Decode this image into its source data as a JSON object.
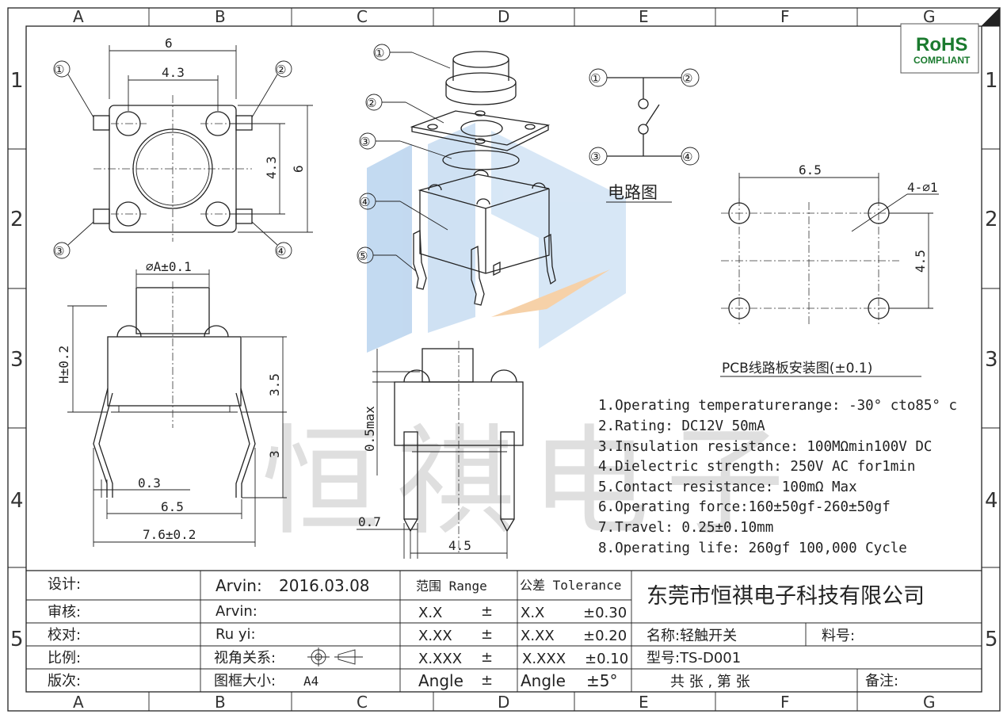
{
  "grid": {
    "columns": [
      "A",
      "B",
      "C",
      "D",
      "E",
      "F",
      "G"
    ],
    "rows": [
      "1",
      "2",
      "3",
      "4",
      "5"
    ]
  },
  "badge": {
    "line1": "RoHS",
    "line2": "COMPLIANT",
    "color": "#1a7a2e"
  },
  "watermark": {
    "text": "恒祺电子",
    "logo_blue": "#b9d3ee",
    "logo_orange": "#f5c99a"
  },
  "top_view": {
    "dim_width": "6",
    "dim_pitch": "4.3",
    "dim_pitch_v": "4.3",
    "dim_height": "6",
    "pins": [
      "①",
      "②",
      "③",
      "④"
    ]
  },
  "side_view": {
    "dia": "⌀A±0.1",
    "height": "H±0.2",
    "body": "3.5",
    "leg": "3",
    "pin_thk": "0.3",
    "pitch": "6.5",
    "overall": "7.6±0.2"
  },
  "front_view": {
    "max": "0.5max",
    "pin_w": "0.7",
    "pitch": "4.5"
  },
  "exploded": {
    "callouts": [
      "①",
      "②",
      "③",
      "④",
      "⑤"
    ]
  },
  "circuit": {
    "pins": [
      "①",
      "②",
      "③",
      "④"
    ],
    "label": "电路图"
  },
  "pcb": {
    "dim_x": "6.5",
    "dim_y": "4.5",
    "holes": "4-⌀1",
    "label": "PCB线路板安装图(±0.1)"
  },
  "specs": [
    "1.Operating temperaturerange: -30° cto85° c",
    "2.Rating: DC12V 50mA",
    "3.Insulation resistance: 100MΩmin100V DC",
    "4.Dielectric strength: 250V AC for1min",
    "5.Contact resistance: 100mΩ  Max",
    "6.Operating force:160±50gf-260±50gf",
    "7.Travel: 0.25±0.10mm",
    "8.Operating life: 260gf 100,000 Cycle"
  ],
  "title_block": {
    "labels": [
      "设计:",
      "审核:",
      "校对:",
      "比例:",
      "版次:"
    ],
    "designer": "Arvin:",
    "design_date": "2016.03.08",
    "checker": "Arvin:",
    "proofer": "Ru  yi:",
    "view_relation": "视角关系:",
    "frame_size_label": "图框大小:",
    "frame_size": "A4",
    "range_header": "范围 Range",
    "tolerance_header": "公差 Tolerance",
    "range_rows": [
      {
        "range": "X.X",
        "sign": "±",
        "tol_key": "X.X",
        "tol_val": "±0.30"
      },
      {
        "range": "X.XX",
        "sign": "±",
        "tol_key": "X.XX",
        "tol_val": "±0.20"
      },
      {
        "range": "X.XXX",
        "sign": "±",
        "tol_key": "X.XXX",
        "tol_val": "±0.10"
      },
      {
        "range": "Angle",
        "sign": "±",
        "tol_key": "Angle",
        "tol_val": "±5°"
      }
    ],
    "company": "东莞市恒祺电子科技有限公司",
    "name_label": "名称:轻触开关",
    "part_label": "料号:",
    "model_label": "型号:TS-D001",
    "sheet_label": "共   张  , 第   张",
    "remark_label": "备注:"
  }
}
